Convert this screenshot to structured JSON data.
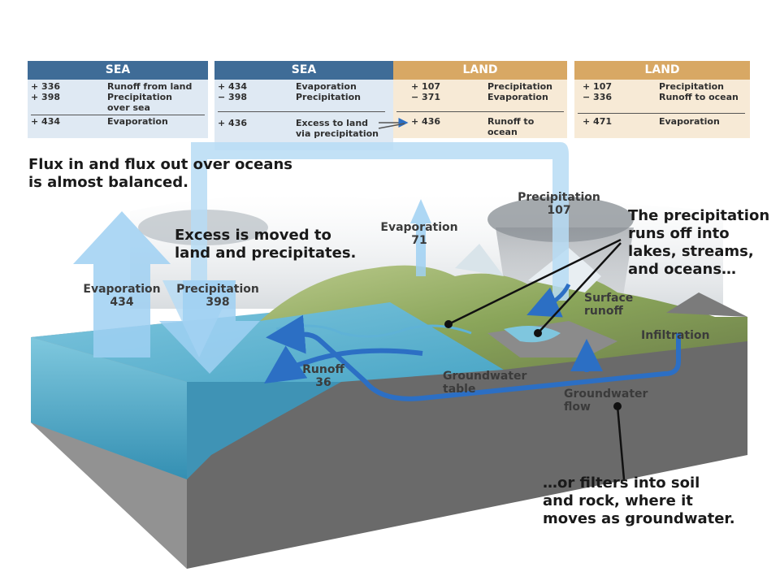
{
  "tables": {
    "sea1": {
      "header": "SEA",
      "rows": [
        {
          "value": "+ 336",
          "label": "Runoff from land"
        },
        {
          "value": "+ 398",
          "label": "Precipitation\nover sea"
        },
        {
          "value": "+ 434",
          "label": "Evaporation"
        }
      ]
    },
    "sea2": {
      "header": "SEA",
      "rows": [
        {
          "value": "+ 434",
          "label": "Evaporation"
        },
        {
          "value": "− 398",
          "label": "Precipitation"
        },
        {
          "value": "+ 436",
          "label": "Excess to land\nvia precipitation"
        }
      ]
    },
    "land1": {
      "header": "LAND",
      "rows": [
        {
          "value": "+ 107",
          "label": "Precipitation"
        },
        {
          "value": "− 371",
          "label": "Evaporation"
        },
        {
          "value": "+ 436",
          "label": "Runoff to\nocean"
        }
      ]
    },
    "land2": {
      "header": "LAND",
      "rows": [
        {
          "value": "+ 107",
          "label": "Precipitation"
        },
        {
          "value": "− 336",
          "label": "Runoff to ocean"
        },
        {
          "value": "+ 471",
          "label": "Evaporation"
        }
      ]
    }
  },
  "headlines": {
    "flux": "Flux in and flux out over oceans\nis almost balanced.",
    "excess": "Excess is moved to\nland and precipitates.",
    "precip_runoff": "The precipitation\nruns off into\nlakes, streams,\nand oceans…",
    "groundwater": "…or filters into soil\nand rock, where it\nmoves as groundwater."
  },
  "labels": {
    "evap_sea": "Evaporation\n434",
    "precip_sea": "Precipitation\n398",
    "evap_land": "Evaporation\n71",
    "precip_land": "Precipitation\n107",
    "runoff": "Runoff\n36",
    "surface_runoff": "Surface\nrunoff",
    "infiltration": "Infiltration",
    "gw_table": "Groundwater\ntable",
    "gw_flow": "Groundwater\nflow"
  },
  "colors": {
    "sea_header": "#3f6c97",
    "land_header": "#d8a864",
    "arrow": "#9fd0f2",
    "flow": "#2c6fc4"
  }
}
